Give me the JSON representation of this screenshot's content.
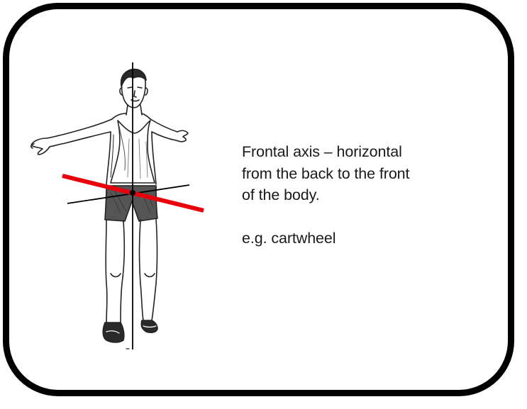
{
  "caption": {
    "line1": "Frontal axis – horizontal",
    "line2": "from the back to the front",
    "line3": "of the body.",
    "example": "e.g. cartwheel"
  },
  "colors": {
    "frame": "#000000",
    "axis_highlight": "#e8000b",
    "axis_reference": "#000000",
    "figure_ink": "#222222",
    "background": "#ffffff"
  },
  "figure": {
    "subject": "standing man with arms outstretched",
    "axes_shown": [
      "vertical",
      "horizontal",
      "frontal"
    ],
    "highlighted_axis": "frontal"
  }
}
